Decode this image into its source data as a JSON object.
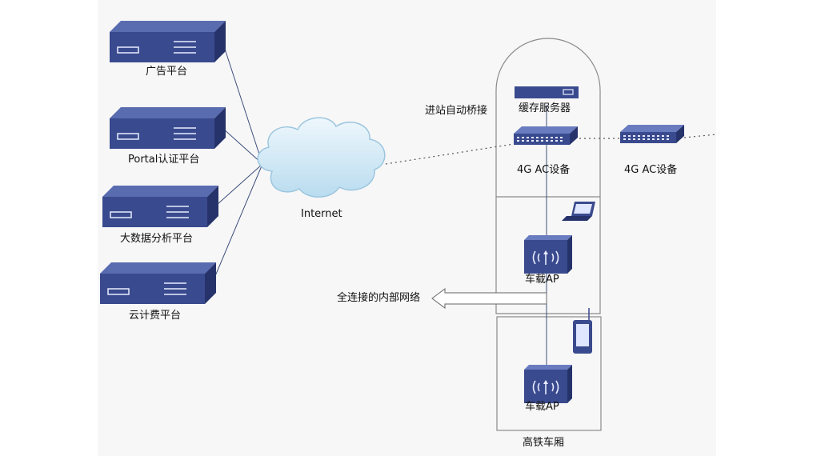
{
  "servers": [
    {
      "label": "广告平台"
    },
    {
      "label": "Portal认证平台"
    },
    {
      "label": "大数据分析平台"
    },
    {
      "label": "云计费平台"
    }
  ],
  "cloud": {
    "label": "Internet"
  },
  "bridge": {
    "label": "进站自动桥接"
  },
  "cache_server": {
    "label": "缓存服务器"
  },
  "ac_train": {
    "label": "4G AC设备"
  },
  "ac_outside": {
    "label": "4G AC设备"
  },
  "ap_upper": {
    "label": "车载AP"
  },
  "ap_lower": {
    "label": "车载AP"
  },
  "internal_network": {
    "label": "全连接的内部网络"
  },
  "train": {
    "label": "高铁车厢"
  },
  "colors": {
    "device_blue": "#3a4a8e",
    "device_dark": "#26336b",
    "cloud_fill": "#d6eaf6",
    "line": "#3d4f7c"
  }
}
